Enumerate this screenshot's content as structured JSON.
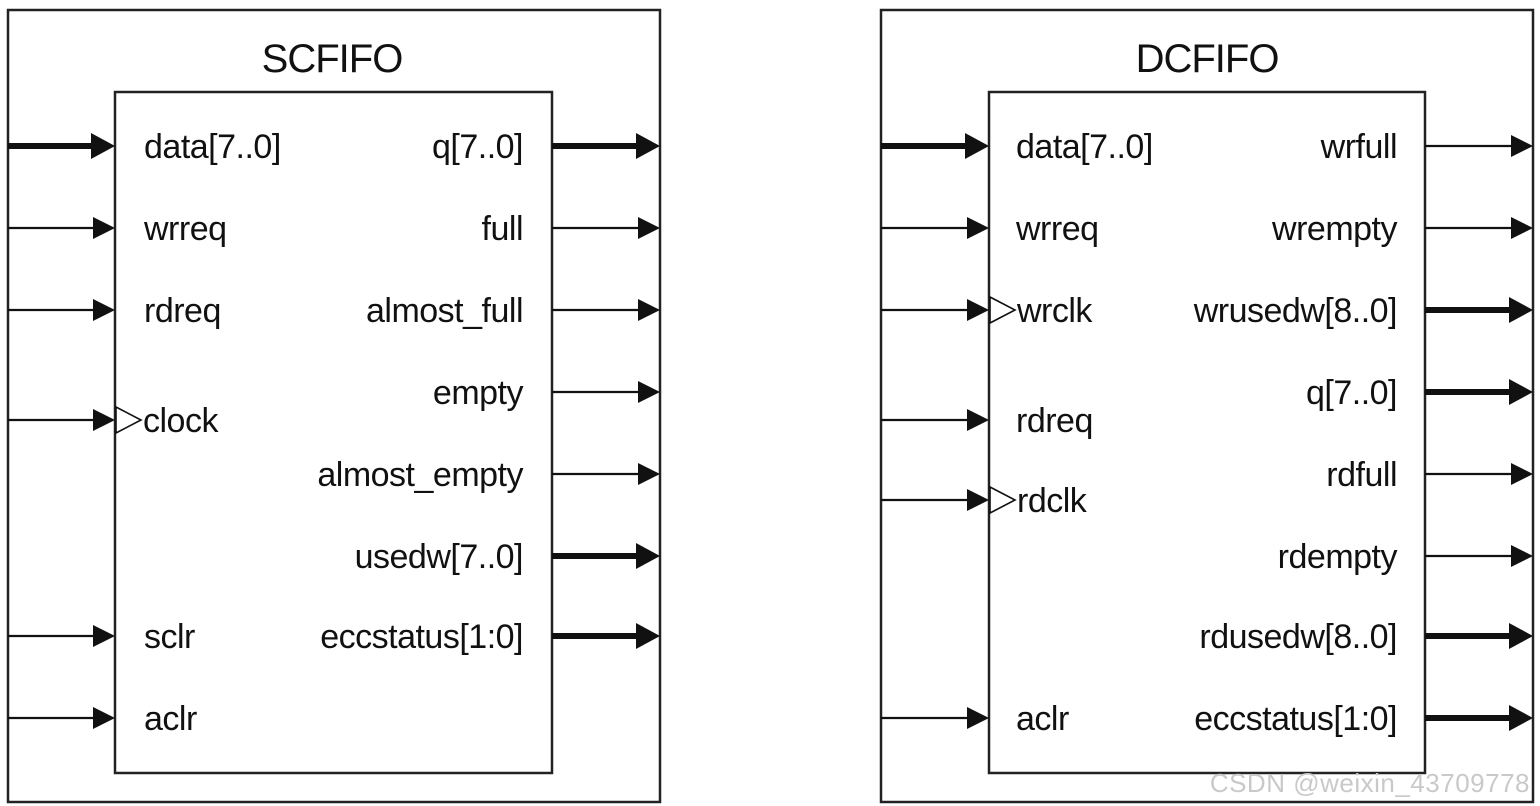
{
  "diagrams": [
    {
      "id": "scfifo",
      "title": "SCFIFO",
      "inputs": [
        {
          "label": "data[7..0]",
          "bus": true,
          "clock": false
        },
        {
          "label": "wrreq",
          "bus": false,
          "clock": false
        },
        {
          "label": "rdreq",
          "bus": false,
          "clock": false
        },
        {
          "label": "clock",
          "bus": false,
          "clock": true
        },
        {
          "label": "sclr",
          "bus": false,
          "clock": false
        },
        {
          "label": "aclr",
          "bus": false,
          "clock": false
        }
      ],
      "outputs": [
        {
          "label": "q[7..0]",
          "bus": true
        },
        {
          "label": "full",
          "bus": false
        },
        {
          "label": "almost_full",
          "bus": false
        },
        {
          "label": "empty",
          "bus": false
        },
        {
          "label": "almost_empty",
          "bus": false
        },
        {
          "label": "usedw[7..0]",
          "bus": true
        },
        {
          "label": "eccstatus[1:0]",
          "bus": true
        }
      ]
    },
    {
      "id": "dcfifo",
      "title": "DCFIFO",
      "inputs": [
        {
          "label": "data[7..0]",
          "bus": true,
          "clock": false
        },
        {
          "label": "wrreq",
          "bus": false,
          "clock": false
        },
        {
          "label": "wrclk",
          "bus": false,
          "clock": true
        },
        {
          "label": "rdreq",
          "bus": false,
          "clock": false
        },
        {
          "label": "rdclk",
          "bus": false,
          "clock": true
        },
        {
          "label": "aclr",
          "bus": false,
          "clock": false
        }
      ],
      "outputs": [
        {
          "label": "wrfull",
          "bus": false
        },
        {
          "label": "wrempty",
          "bus": false
        },
        {
          "label": "wrusedw[8..0]",
          "bus": true
        },
        {
          "label": "q[7..0]",
          "bus": true
        },
        {
          "label": "rdfull",
          "bus": false
        },
        {
          "label": "rdempty",
          "bus": false
        },
        {
          "label": "rdusedw[8..0]",
          "bus": true
        },
        {
          "label": "eccstatus[1:0]",
          "bus": true
        }
      ]
    }
  ],
  "watermark": "CSDN @weixin_43709778",
  "colors": {
    "stroke": "#111111",
    "text": "#111111",
    "watermark": "#c9c9c9",
    "background": "#ffffff"
  }
}
